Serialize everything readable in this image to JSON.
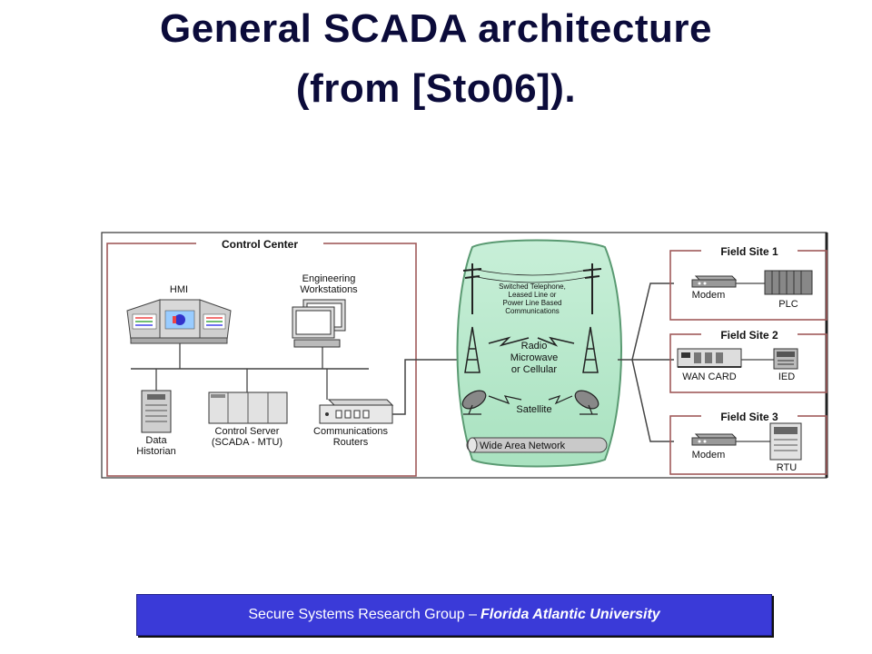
{
  "slide": {
    "title_line1": "General SCADA architecture",
    "title_line2": "(from [Sto06])."
  },
  "diagram": {
    "control_center": {
      "label": "Control Center",
      "hmi": "HMI",
      "engineering_1": "Engineering",
      "engineering_2": "Workstations",
      "data_1": "Data",
      "data_2": "Historian",
      "control_server_1": "Control Server",
      "control_server_2": "(SCADA - MTU)",
      "comm_routers_1": "Communications",
      "comm_routers_2": "Routers"
    },
    "wan": {
      "phone_1": "Switched Telephone,",
      "phone_2": "Leased Line or",
      "phone_3": "Power Line Based",
      "phone_4": "Communications",
      "radio_1": "Radio",
      "radio_2": "Microwave",
      "radio_3": "or Cellular",
      "satellite": "Satellite",
      "wan_label": "Wide Area Network"
    },
    "field_sites": [
      {
        "label": "Field Site 1",
        "device_left": "Modem",
        "device_right": "PLC"
      },
      {
        "label": "Field Site 2",
        "device_left": "WAN CARD",
        "device_right": "IED"
      },
      {
        "label": "Field Site 3",
        "device_left": "Modem",
        "device_right": "RTU"
      }
    ]
  },
  "footer": {
    "group": "Secure Systems Research Group –",
    "university": "Florida Atlantic University"
  }
}
